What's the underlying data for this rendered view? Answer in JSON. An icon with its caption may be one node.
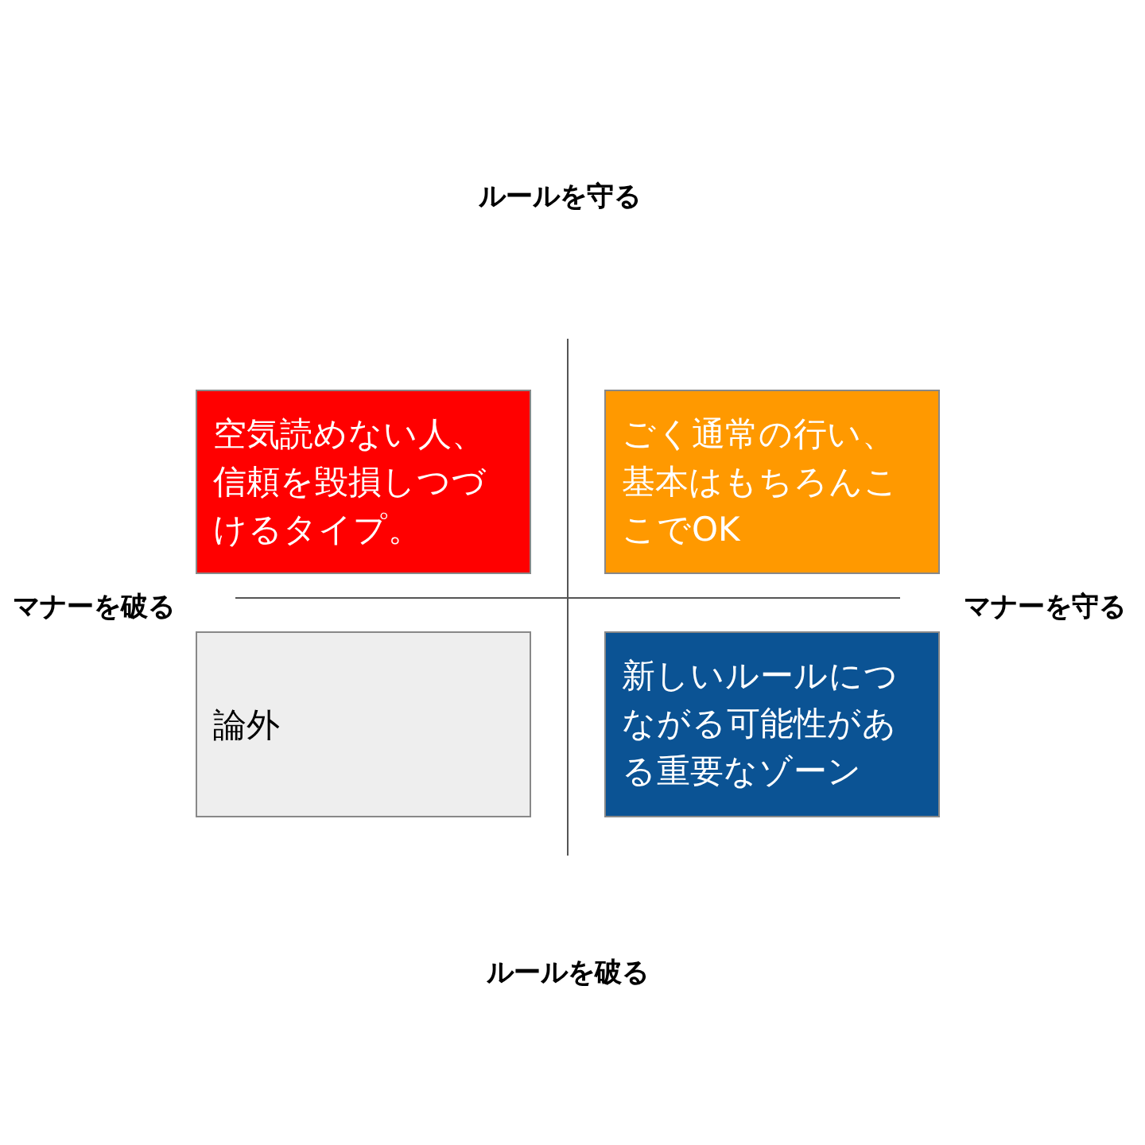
{
  "diagram": {
    "nodes": [
      {
        "text": [
          "空気読めない人、信頼を毀損しつづけるタイプ。"
        ]
      },
      {
        "text": [
          "ごく通常の行い、基本はもちろんここでOK"
        ]
      },
      {
        "text": [
          "論外"
        ]
      },
      {
        "text": [
          "新しいルールにつながる可能性がある重要なゾーン"
        ]
      }
    ],
    "labels": [
      "ルールを守る",
      "マナーを破る",
      "マナーを守る",
      "ルールを破る"
    ]
  }
}
